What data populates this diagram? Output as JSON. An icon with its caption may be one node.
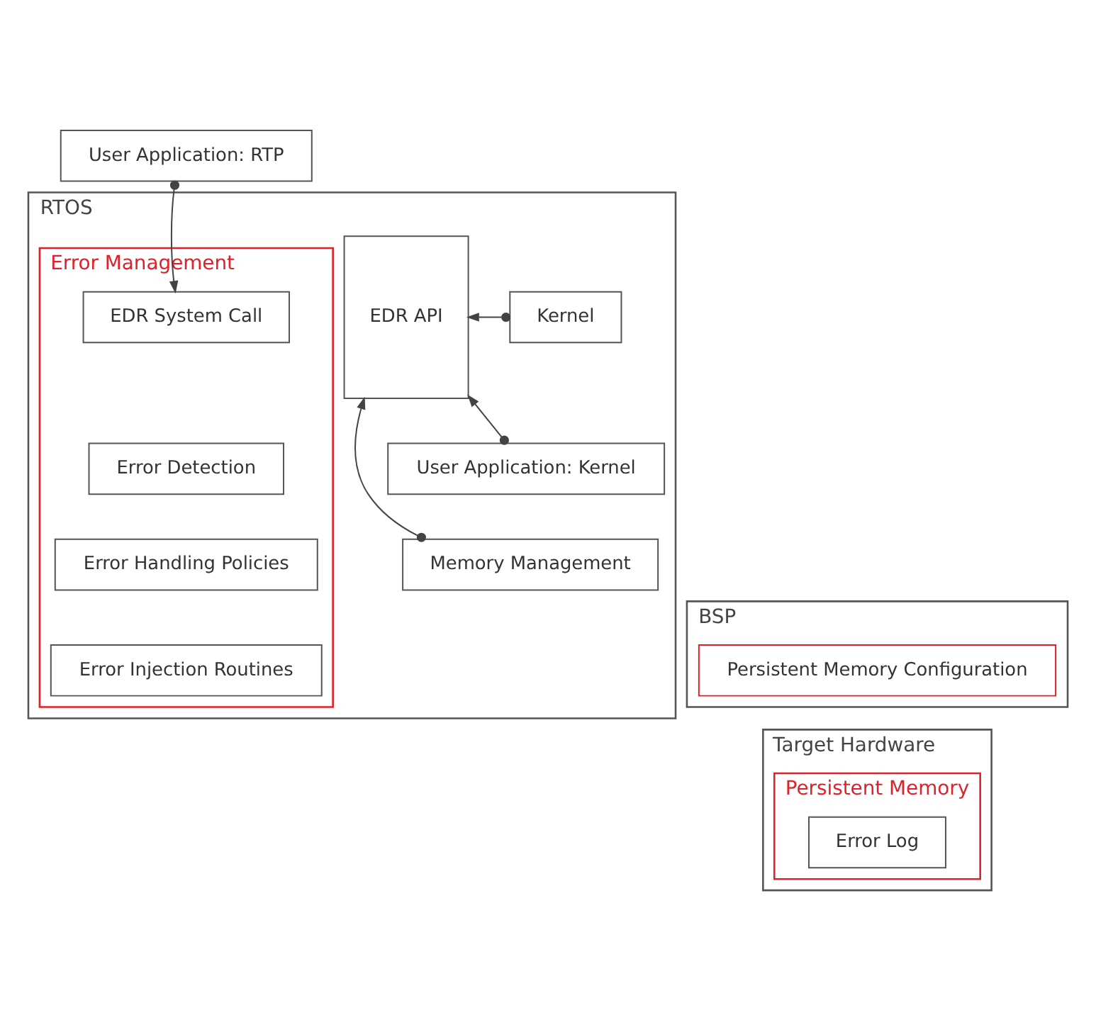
{
  "diagram": {
    "nodes": [
      {
        "text": [
          "User Application: RTP"
        ]
      },
      {
        "text": [
          "RTOS"
        ]
      },
      {
        "text": [
          "Error Management"
        ],
        "in": 1
      },
      {
        "text": [
          "EDR System Call"
        ],
        "in": 2
      },
      {
        "text": [
          "Error Detection"
        ],
        "in": 2
      },
      {
        "text": [
          "Error Handling Policies"
        ],
        "in": 2
      },
      {
        "text": [
          "Error Injection Routines"
        ],
        "in": 2
      },
      {
        "text": [
          "EDR API"
        ],
        "in": 1
      },
      {
        "text": [
          "Kernel"
        ],
        "in": 1
      },
      {
        "text": [
          "User Application: Kernel"
        ],
        "in": 1
      },
      {
        "text": [
          "Memory Management"
        ],
        "in": 1
      },
      {
        "text": [
          "BSP"
        ]
      },
      {
        "text": [
          "Persistent Memory Configuration"
        ],
        "in": 11
      },
      {
        "text": [
          "Target Hardware"
        ]
      },
      {
        "text": [
          "Persistent Memory"
        ],
        "in": 13
      },
      {
        "text": [
          "Error Log"
        ],
        "in": 14
      }
    ],
    "edges": [
      {
        "from": 0,
        "to": 3,
        "arrow": "to"
      },
      {
        "from": 8,
        "to": 7,
        "arrow": "to"
      },
      {
        "from": 9,
        "to": 7,
        "arrow": "to"
      },
      {
        "from": 10,
        "to": 7,
        "arrow": "to"
      }
    ]
  }
}
